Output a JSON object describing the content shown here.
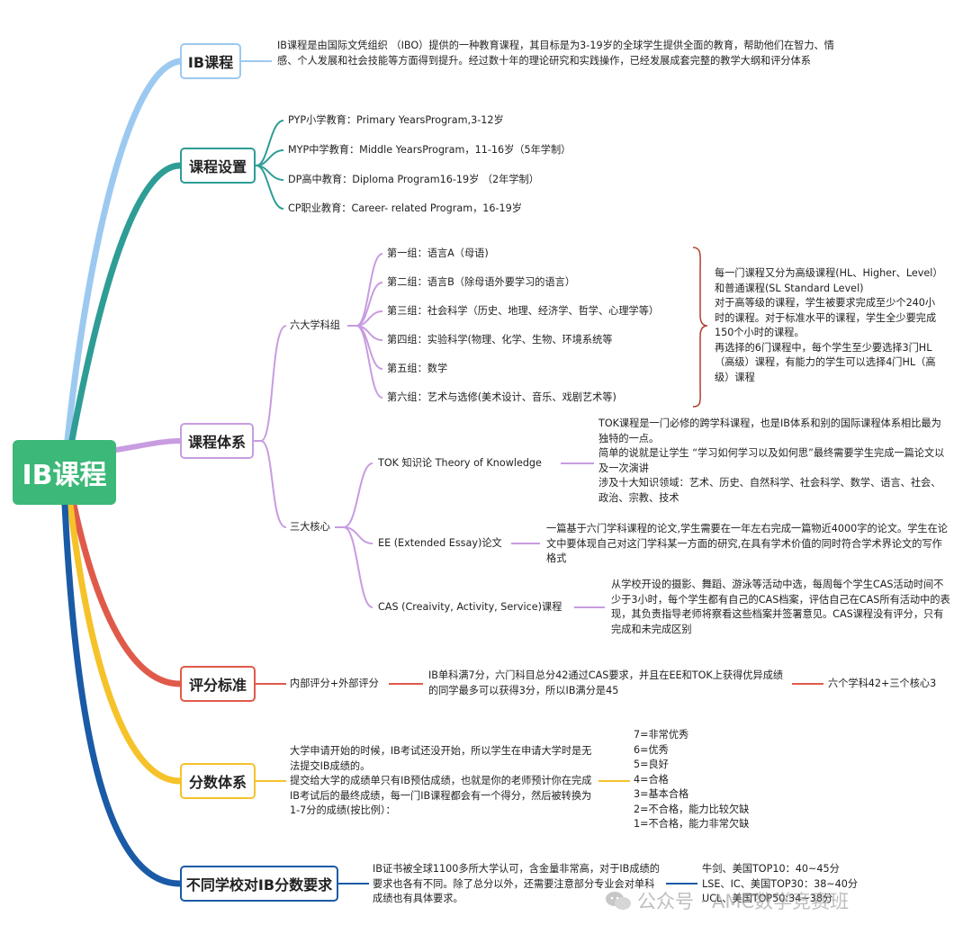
{
  "root": "IB课程",
  "watermark": "公众号 · AMC数学竞赛班",
  "b1": {
    "title": "IB课程",
    "desc": "IB课程是由国际文凭组织 （IBO）提供的一种教育课程，其目标是为3-19岁的全球学生提供全面的教育，帮助他们在智力、情感、个人发展和社会技能等方面得到提升。经过数十年的理论研究和实践操作，已经发展成套完整的教学大纲和评分体系",
    "color": "#9cc9f0"
  },
  "b2": {
    "title": "课程设置",
    "items": [
      "PYP小学教育：Primary YearsProgram,3-12岁",
      "MYP中学教育：Middle YearsProgram，11-16岁（5年学制）",
      "DP高中教育：Diploma Program16-19岁 （2年学制）",
      "CP职业教育：Career- related Program，16-19岁"
    ],
    "color": "#2e9d95"
  },
  "b3": {
    "title": "课程体系",
    "color": "#c79ce0",
    "six_label": "六大学科组",
    "groups": [
      "第一组：语言A（母语)",
      "第二组：语言B（除母语外要学习的语言）",
      "第三组：社会科学（历史、地理、经济学、哲学、心理学等）",
      "第四组：实验科学(物理、化学、生物、环境系统等",
      "第五组：数学",
      "第六组：艺术与选修(美术设计、音乐、戏剧艺术等)"
    ],
    "level_note": "每一门课程又分为高级课程(HL、Higher、Level）和普通课程(SL Standard Level)\n对于高等级的课程，学生被要求完成至少个240小时的课程。对于标准水平的课程，学生全少要完成150个小时的课程。\n再选择的6门课程中，每个学生至少要选择3门HL（高级）课程，有能力的学生可以选择4门HL（高级）课程",
    "core_label": "三大核心",
    "tok": {
      "label": "TOK  知识论 Theory of Knowledge",
      "desc": "TOK课程是一门必修的跨学科课程，也是IB体系和别的国际课程体系相比最为独特的一点。\n简单的说就是让学生 “学习如何学习以及如何思”最终需要学生完成一篇论文以及一次演讲\n涉及十大知识领域：艺术、历史、自然科学、社会科学、数学、语言、社会、政治、宗教、技术"
    },
    "ee": {
      "label": "EE (Extended Essay)论文",
      "desc": "一篇基于六门学科课程的论文,学生需要在一年左右完成一篇物近4000字的论文。学生在论文中要体现自己对这门学科某一方面的研究,在具有学术价值的同时符合学术界论文的写作格式"
    },
    "cas": {
      "label": "CAS (Creaivity, Activity, Service)课程",
      "desc": "从学校开设的摄影、舞蹈、游泳等活动中选，每周每个学生CAS活动时间不少于3小时，每个学生都有自己的CAS档案，评估自己在CAS所有活动中的表现，其负责指导老师将察看这些档案并签署意见。CAS课程没有评分，只有完成和未完成区别"
    }
  },
  "b4": {
    "title": "评分标准",
    "color": "#e05a4a",
    "label": "内部评分+外部评分",
    "desc": "IB单科满7分，六门科目总分42通过CAS要求，并且在EE和TOK上获得优异成绩的同学最多可以获得3分，所以IB满分是45",
    "sum": "六个学科42+三个核心3"
  },
  "b5": {
    "title": "分数体系",
    "color": "#f5c22a",
    "desc": "大学申请开始的时候，IB考试还没开始，所以学生在申请大学时是无法提交IB成绩的。\n提交给大学的成绩单只有IB预估成绩，也就是你的老师预计你在完成IB考试后的最终成绩，每一门IB课程都会有一个得分，然后被转换为1-7分的成绩(按比例）：",
    "scale": [
      "7=非常优秀",
      "6=优秀",
      "5=良好",
      "4=合格",
      "3=基本合格",
      "2=不合格，能力比较欠缺",
      "1=不合格，能力非常欠缺"
    ]
  },
  "b6": {
    "title": "不同学校对IB分数要求",
    "color": "#1a5aa6",
    "desc": "IB证书被全球1100多所大学认可，含金量非常高，对于IB成绩的要求也各有不同。除了总分以外，还需要注意部分专业会对单科成绩也有具体要求。",
    "reqs": [
      "牛剑、美国TOP10：40~45分",
      "LSE、IC、美国TOP30：38~40分",
      "UCL、美国TOP50:34~38分"
    ]
  }
}
